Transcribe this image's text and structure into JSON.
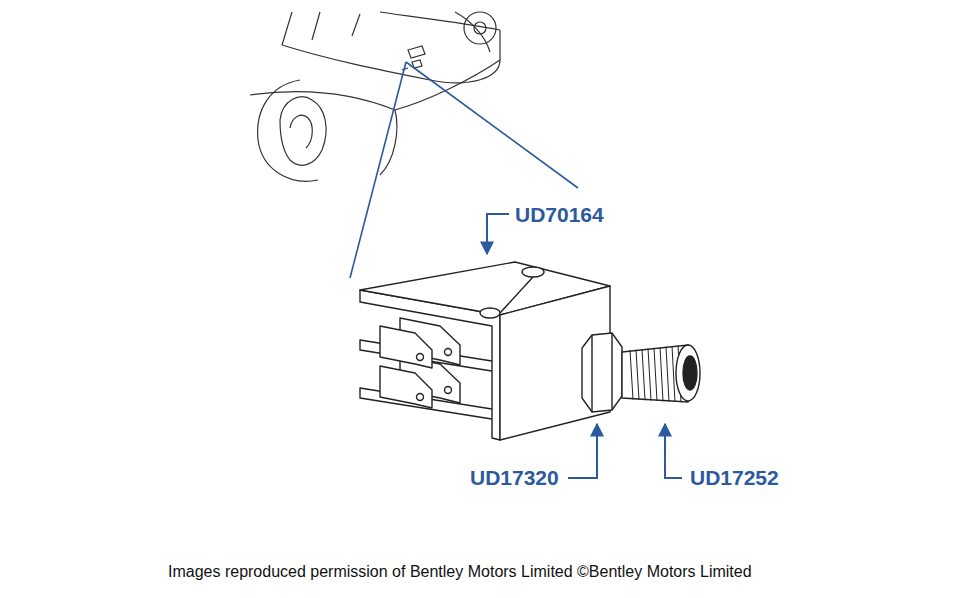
{
  "diagram": {
    "caption": "Images reproduced permission of Bentley Motors Limited ©Bentley Motors Limited",
    "labels": [
      "UD70164",
      "UD17320",
      "UD17252"
    ]
  }
}
